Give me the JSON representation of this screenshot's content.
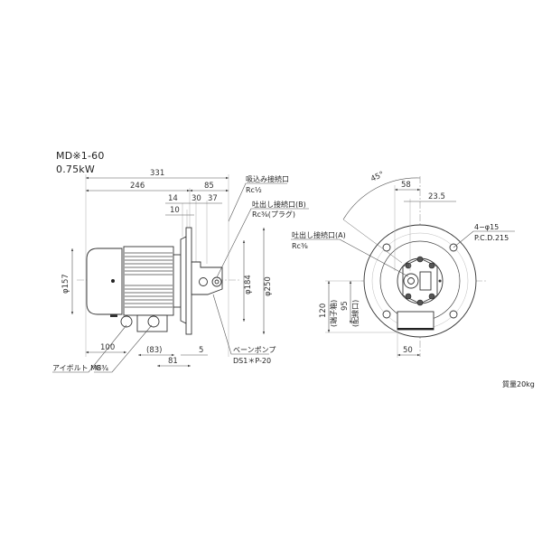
{
  "header": {
    "model": "MD※1-60",
    "power": "0.75kW"
  },
  "side_view": {
    "dimensions": {
      "overall_length": "331",
      "motor_length": "246",
      "pump_length": "85",
      "d14": "14",
      "d30": "30",
      "d37": "37",
      "d10": "10",
      "d100": "100",
      "d83": "(83)",
      "d81": "81",
      "d5": "5",
      "phi157": "φ157",
      "phi184": "φ184",
      "phi250": "φ250"
    },
    "labels": {
      "suction_port": "吸込み接続口",
      "suction_thread": "Rc½",
      "discharge_b": "吐出し接続口(B)",
      "discharge_b_thread": "Rc⅜(プラグ)",
      "vane_pump": "ベーンポンプ",
      "vane_pump_model": "DS1＊P-20",
      "eyebolt": "アイボルト M8",
      "g_thread": "G¾"
    }
  },
  "front_view": {
    "dimensions": {
      "angle": "45°",
      "d58": "58",
      "d23_5": "23.5",
      "d120": "120",
      "d120_note": "(端子箱)",
      "d95": "95",
      "d95_note": "(配線口)",
      "d50": "50"
    },
    "labels": {
      "discharge_a": "吐出し接続口(A)",
      "discharge_a_thread": "Rc⅜",
      "holes": "4−φ15",
      "pcd": "P.C.D.215"
    }
  },
  "footer": {
    "mass": "質量20kg"
  }
}
